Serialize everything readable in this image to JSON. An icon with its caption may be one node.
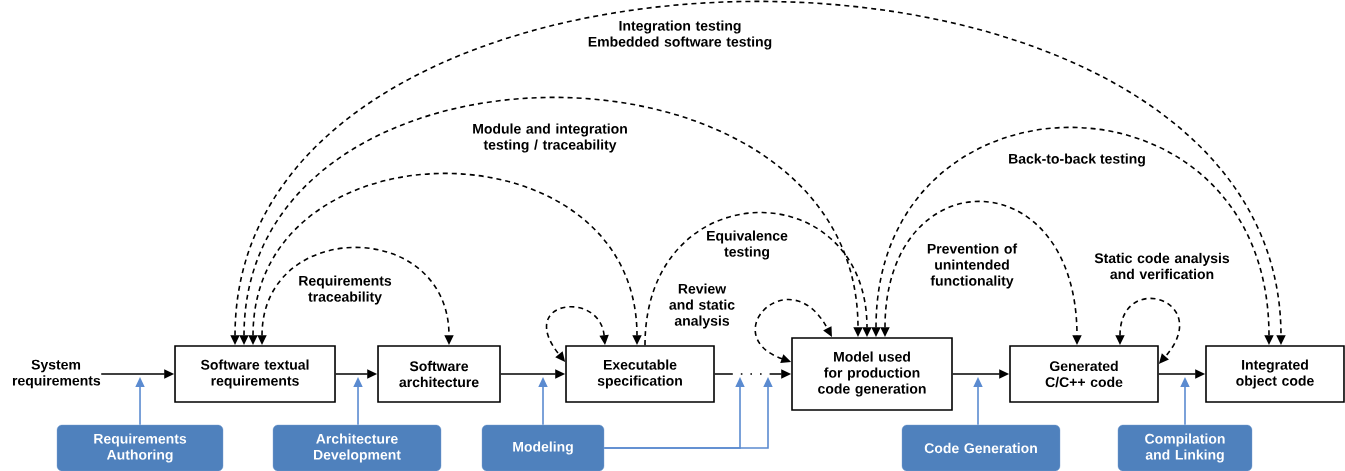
{
  "diagram": {
    "nodes": [
      {
        "text": [
          "System requirements"
        ]
      },
      {
        "text": [
          "Software textual requirements"
        ]
      },
      {
        "text": [
          "Software architecture"
        ]
      },
      {
        "text": [
          "Executable specification"
        ]
      },
      {
        "text": [
          "Model used for production code generation"
        ]
      },
      {
        "text": [
          "Generated C/C++ code"
        ]
      },
      {
        "text": [
          "Integrated object code"
        ]
      },
      {
        "text": [
          "Requirements Authoring"
        ]
      },
      {
        "text": [
          "Architecture Development"
        ]
      },
      {
        "text": [
          "Modeling"
        ]
      },
      {
        "text": [
          "Code Generation"
        ]
      },
      {
        "text": [
          "Compilation and Linking"
        ]
      }
    ],
    "edges": [
      {
        "from": 0,
        "to": 1,
        "arrow": "to"
      },
      {
        "from": 1,
        "to": 2,
        "arrow": "to"
      },
      {
        "from": 2,
        "to": 3,
        "arrow": "to"
      },
      {
        "from": 3,
        "to": 4,
        "arrow": "to",
        "style": "dashed"
      },
      {
        "from": 4,
        "to": 5,
        "arrow": "to"
      },
      {
        "from": 5,
        "to": 6,
        "arrow": "to"
      },
      {
        "from": 7,
        "to": null,
        "arrow": "to",
        "color": "#5b8bd0"
      },
      {
        "from": 8,
        "to": null,
        "arrow": "to",
        "color": "#5b8bd0"
      },
      {
        "from": 9,
        "to": null,
        "arrow": "to",
        "color": "#5b8bd0"
      },
      {
        "from": 9,
        "to": null,
        "arrow": "to",
        "color": "#5b8bd0"
      },
      {
        "from": 9,
        "to": null,
        "arrow": "to",
        "color": "#5b8bd0"
      },
      {
        "from": 10,
        "to": null,
        "arrow": "to",
        "color": "#5b8bd0"
      },
      {
        "from": 11,
        "to": null,
        "arrow": "to",
        "color": "#5b8bd0"
      },
      {
        "from": 1,
        "to": 2,
        "arrow": "both",
        "style": "dashed",
        "label": "Requirements traceability"
      },
      {
        "from": 1,
        "to": 3,
        "arrow": "both",
        "style": "dashed"
      },
      {
        "from": 1,
        "to": 4,
        "arrow": "both",
        "style": "dashed",
        "label": "Module and integration testing / traceability"
      },
      {
        "from": 1,
        "to": 6,
        "arrow": "both",
        "style": "dashed",
        "label": "Integration testing Embedded software testing"
      },
      {
        "from": 3,
        "to": 3,
        "arrow": "both",
        "style": "dashed"
      },
      {
        "from": 3,
        "to": 4,
        "arrow": "to",
        "style": "dashed",
        "label": "Equivalence testing"
      },
      {
        "from": 4,
        "to": 4,
        "arrow": "both",
        "style": "dashed",
        "label": "Review and static analysis"
      },
      {
        "from": 4,
        "to": 6,
        "arrow": "both",
        "style": "dashed",
        "label": "Back-to-back testing"
      },
      {
        "from": 4,
        "to": 5,
        "arrow": "both",
        "style": "dashed",
        "label": "Prevention of unintended functionality"
      },
      {
        "from": 5,
        "to": 5,
        "arrow": "both",
        "style": "dashed",
        "label": "Static code analysis and verification"
      }
    ]
  }
}
